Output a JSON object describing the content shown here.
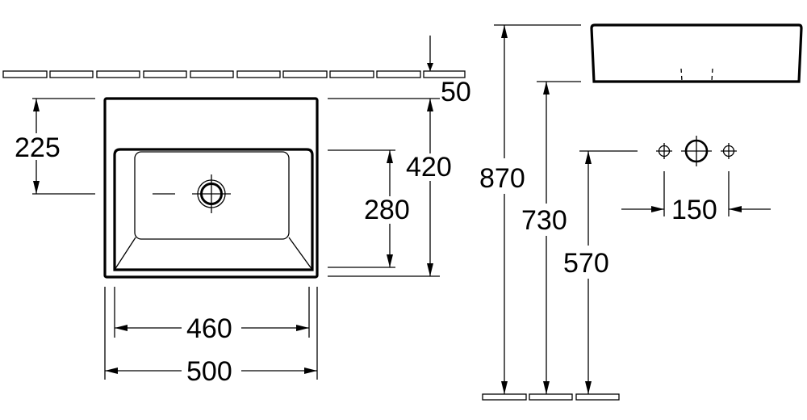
{
  "title": "Washbasin dimension drawing",
  "dimensions": {
    "wall_gap": "50",
    "drain_from_wall": "225",
    "depth_outer": "420",
    "depth_bowl": "280",
    "width_bowl": "460",
    "width_outer": "500",
    "height_top": "870",
    "height_bottom": "730",
    "height_wall_outlet": "570",
    "outlet_spacing": "150"
  }
}
